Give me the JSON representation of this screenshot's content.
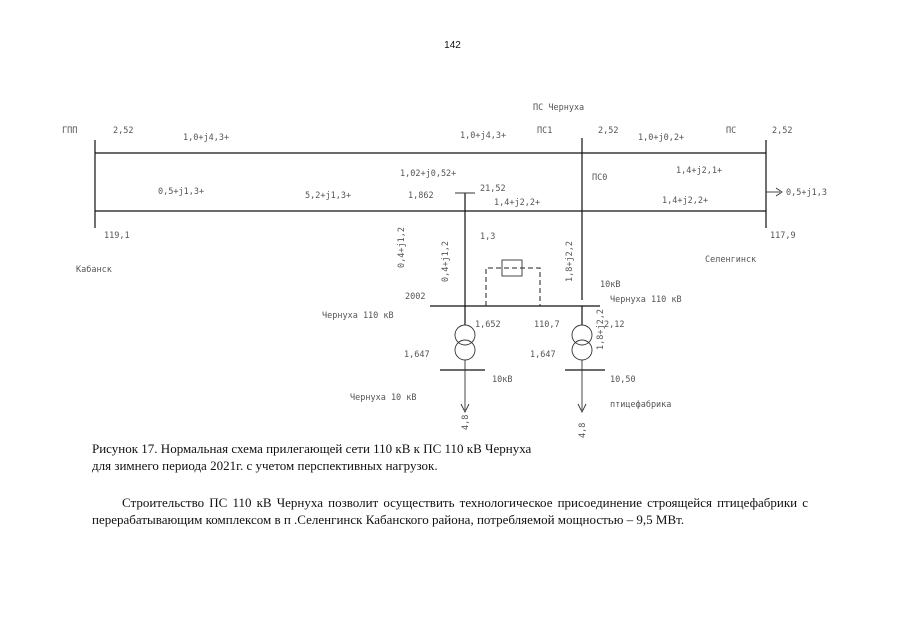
{
  "page": {
    "number": "142"
  },
  "diagram": {
    "labels": [
      {
        "id": "top-center",
        "text": "ПС Чернуха"
      },
      {
        "id": "left-top-node",
        "text": "ГПП"
      },
      {
        "id": "left-top-val",
        "text": "2,52"
      },
      {
        "id": "line1-left",
        "text": "1,0+j4,3+"
      },
      {
        "id": "line1-mid",
        "text": "1,0+j4,3+"
      },
      {
        "id": "mid-top-node",
        "text": "ПС1"
      },
      {
        "id": "mid-top-val",
        "text": "2,52"
      },
      {
        "id": "line1-right",
        "text": "1,0+j0,2+"
      },
      {
        "id": "right-top-node",
        "text": "ПС"
      },
      {
        "id": "right-top-val",
        "text": "2,52"
      },
      {
        "id": "bus2-mid",
        "text": "1,02+j0,52+"
      },
      {
        "id": "line2-left",
        "text": "0,5+j1,3+"
      },
      {
        "id": "line2-mid",
        "text": "5,2+j1,3+"
      },
      {
        "id": "node-val-1",
        "text": "1,862"
      },
      {
        "id": "node-val-2",
        "text": "21,52"
      },
      {
        "id": "pc-label",
        "text": "ПС0"
      },
      {
        "id": "line2-right-top",
        "text": "1,4+j2,1+"
      },
      {
        "id": "line2-right-mid",
        "text": "1,4+j2,2+"
      },
      {
        "id": "line2-mid2",
        "text": "1,4+j2,2+"
      },
      {
        "id": "load-right",
        "text": "0,5+j1,3"
      },
      {
        "id": "left-bot-val",
        "text": "119,1"
      },
      {
        "id": "left-bot-name",
        "text": "Кабанск"
      },
      {
        "id": "right-bot-val",
        "text": "117,9"
      },
      {
        "id": "right-bot-name",
        "text": "Селенгинск"
      },
      {
        "id": "vert-left-1",
        "text": "0,4+j1,2"
      },
      {
        "id": "vert-left-2",
        "text": "0,4+j1,2"
      },
      {
        "id": "vert-mid-top",
        "text": "1,3"
      },
      {
        "id": "vert-right-1",
        "text": "1,8+j2,2"
      },
      {
        "id": "sub-left-top",
        "text": "2002"
      },
      {
        "id": "sub-left-name",
        "text": "Чернуха 110 кВ"
      },
      {
        "id": "sub-left-val",
        "text": "1,652"
      },
      {
        "id": "sub-mid-val",
        "text": "110,7"
      },
      {
        "id": "sub-right-name",
        "text": "Чернуха 110 кВ"
      },
      {
        "id": "sub-right-val",
        "text": "2,12"
      },
      {
        "id": "sub-right-top",
        "text": "10кВ"
      },
      {
        "id": "vert-right-2",
        "text": "1,8+j2,2"
      },
      {
        "id": "trans-left-val",
        "text": "1,647"
      },
      {
        "id": "trans-right-val",
        "text": "1,647"
      },
      {
        "id": "low-left-bus",
        "text": "10кВ"
      },
      {
        "id": "low-right-val",
        "text": "10,50"
      },
      {
        "id": "low-left-name",
        "text": "Чернуха 10 кВ"
      },
      {
        "id": "low-right-name",
        "text": "птицефабрика"
      },
      {
        "id": "low-left-vert",
        "text": "4,8"
      },
      {
        "id": "low-right-vert",
        "text": "4,8"
      }
    ]
  },
  "caption": {
    "line1": "Рисунок 17. Нормальная схема прилегающей сети 110 кВ к ПС 110 кВ Чернуха",
    "line2": "для зимнего периода 2021г. с учетом перспективных нагрузок."
  },
  "paragraph": "Строительство ПС 110 кВ Чернуха позволит осуществить технологическое присоединение строящейся птицефабрики с перерабатывающим комплексом в п .Селенгинск Кабанского района, потребляемой мощностью – 9,5 МВт."
}
